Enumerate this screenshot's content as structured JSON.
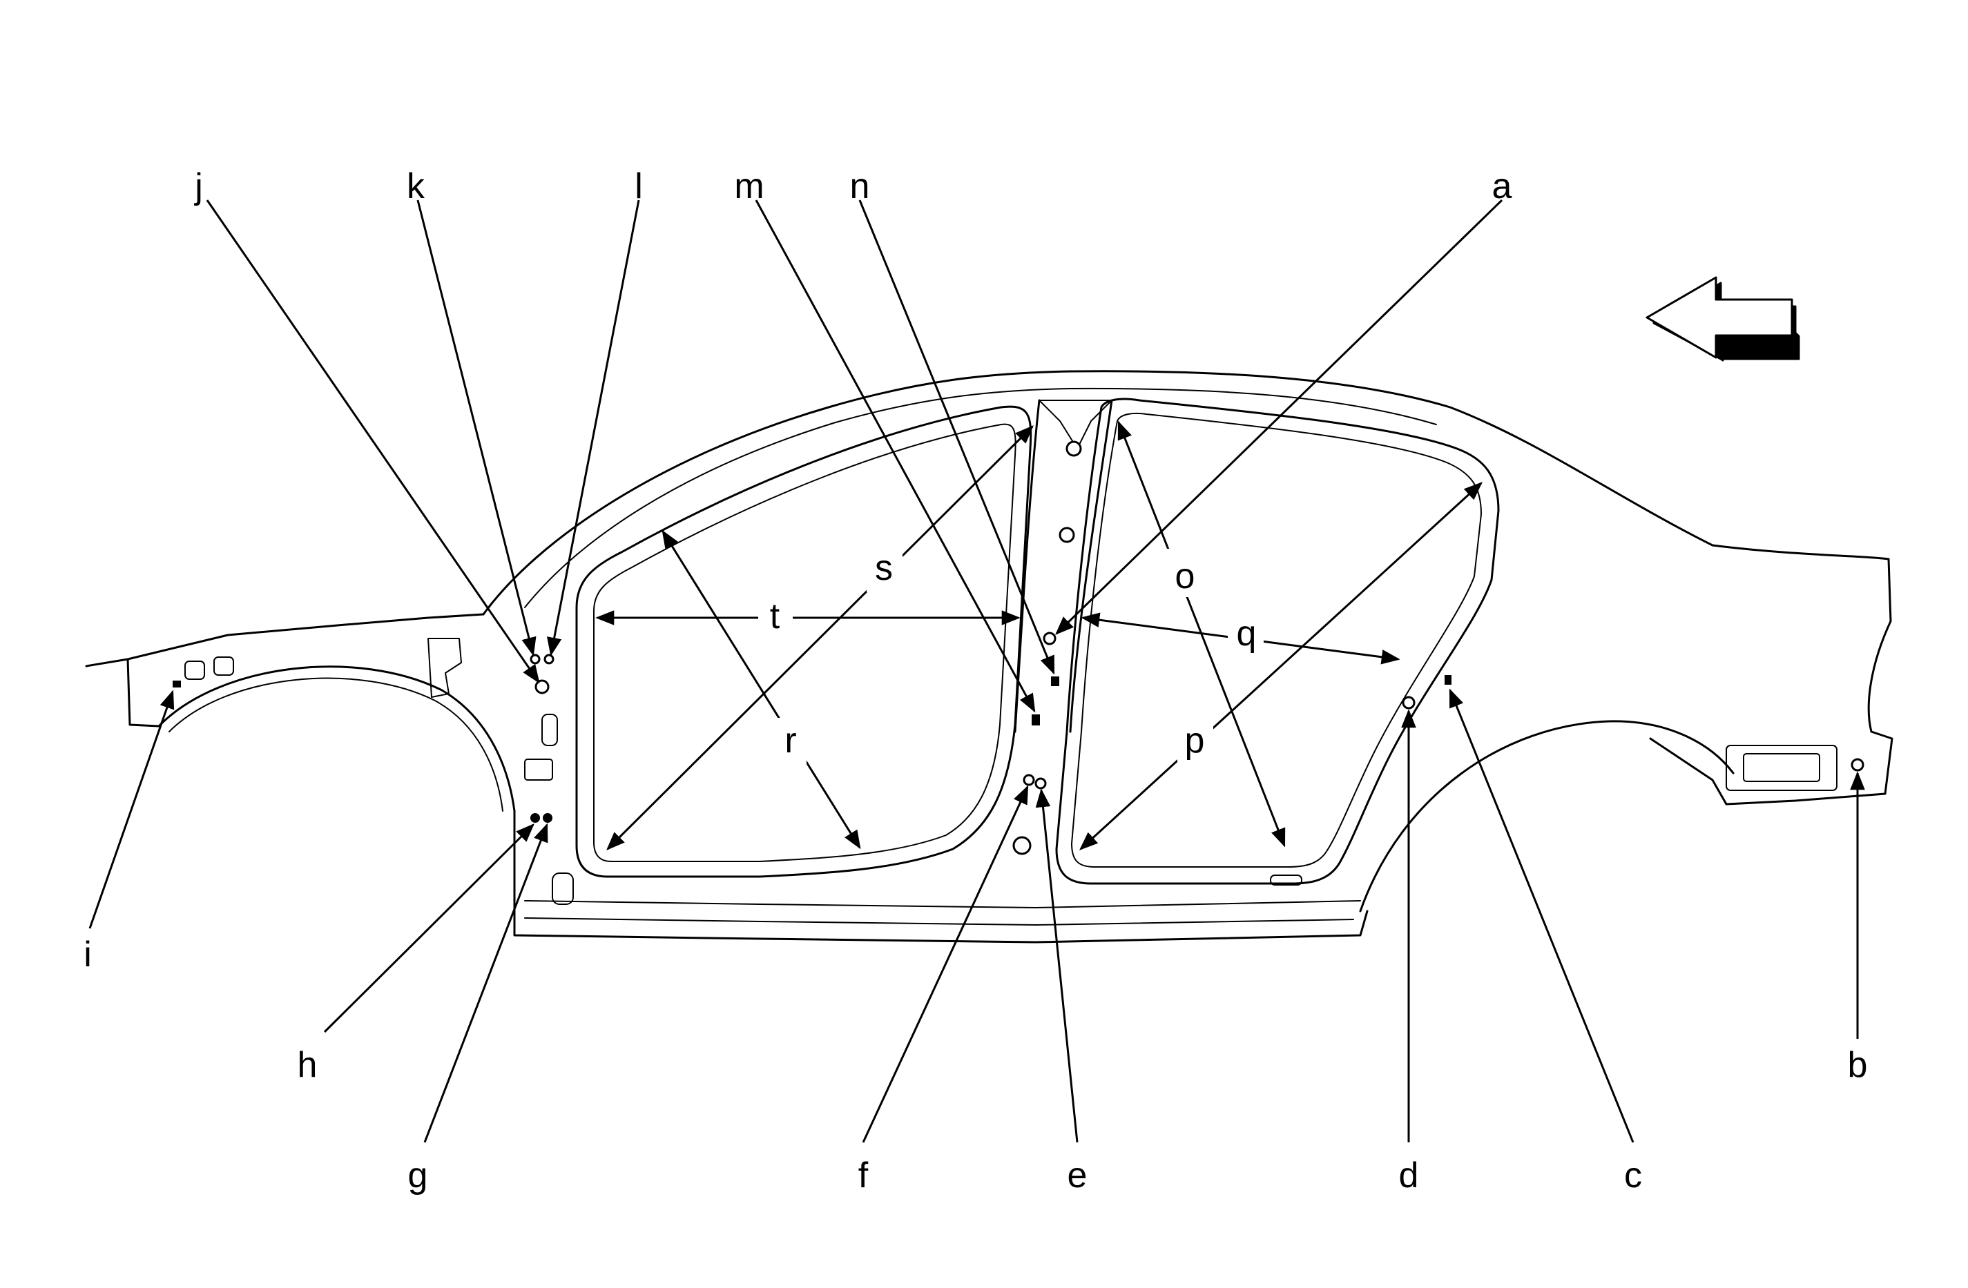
{
  "labels": {
    "a": "a",
    "b": "b",
    "c": "c",
    "d": "d",
    "e": "e",
    "f": "f",
    "g": "g",
    "h": "h",
    "i": "i",
    "j": "j",
    "k": "k",
    "l": "l",
    "m": "m",
    "n": "n",
    "o": "o",
    "p": "p",
    "q": "q",
    "r": "r",
    "s": "s",
    "t": "t"
  },
  "icons": {
    "direction": "left-arrow-icon"
  },
  "colors": {
    "line": "#000000",
    "background": "#ffffff"
  }
}
